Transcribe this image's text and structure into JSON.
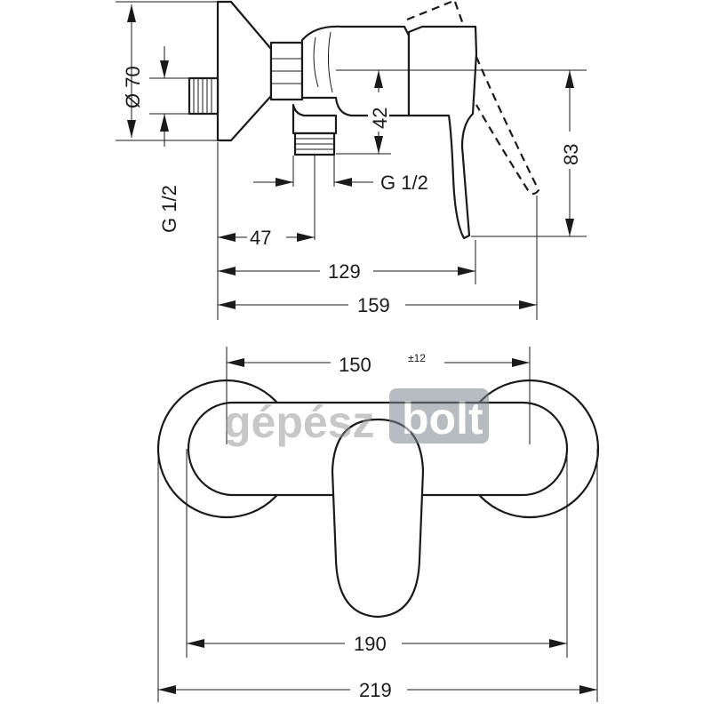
{
  "watermark": {
    "text_left": "gépész",
    "text_right": "bolt",
    "color_text": "#9a9a9a",
    "color_box": "#7d8591"
  },
  "side_view": {
    "dims": {
      "diameter": "Ø 70",
      "thread_left": "G 1/2",
      "thread_bottom": "G 1/2",
      "offset_42": "42",
      "height_83": "83",
      "width_47": "47",
      "width_129": "129",
      "width_159": "159"
    }
  },
  "top_view": {
    "dims": {
      "spacing": "150",
      "spacing_tol": "±12",
      "width_190": "190",
      "width_219": "219"
    }
  }
}
